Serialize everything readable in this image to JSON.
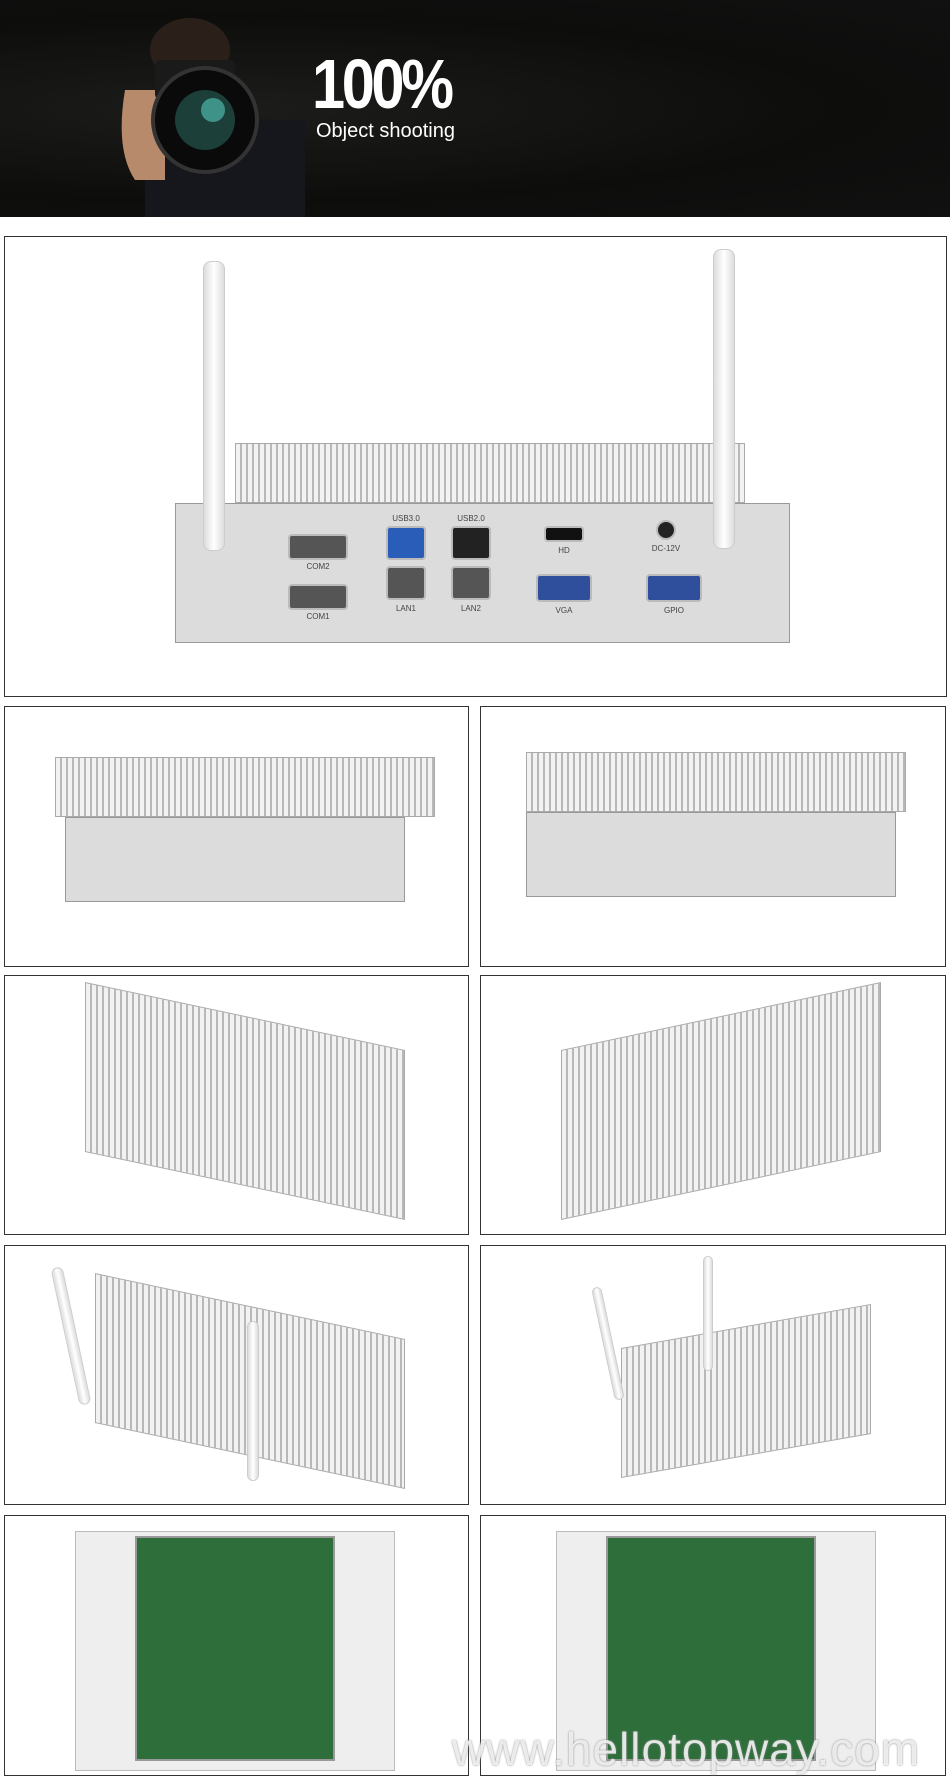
{
  "banner": {
    "headline": "100%",
    "subtitle": "Object shooting"
  },
  "main_photo": {
    "port_labels": {
      "com2": "COM2",
      "com1": "COM1",
      "usb3": "USB3.0",
      "usb2": "USB2.0",
      "lan1": "LAN1",
      "lan2": "LAN2",
      "hd": "HD",
      "vga": "VGA",
      "gpio": "GPIO",
      "dc": "DC-12V"
    }
  },
  "watermark": "www.hellotopway.com",
  "colors": {
    "banner_bg": "#111111",
    "border": "#333333",
    "vga_blue": "#2f4f9c",
    "usb3_blue": "#2a5db8"
  }
}
